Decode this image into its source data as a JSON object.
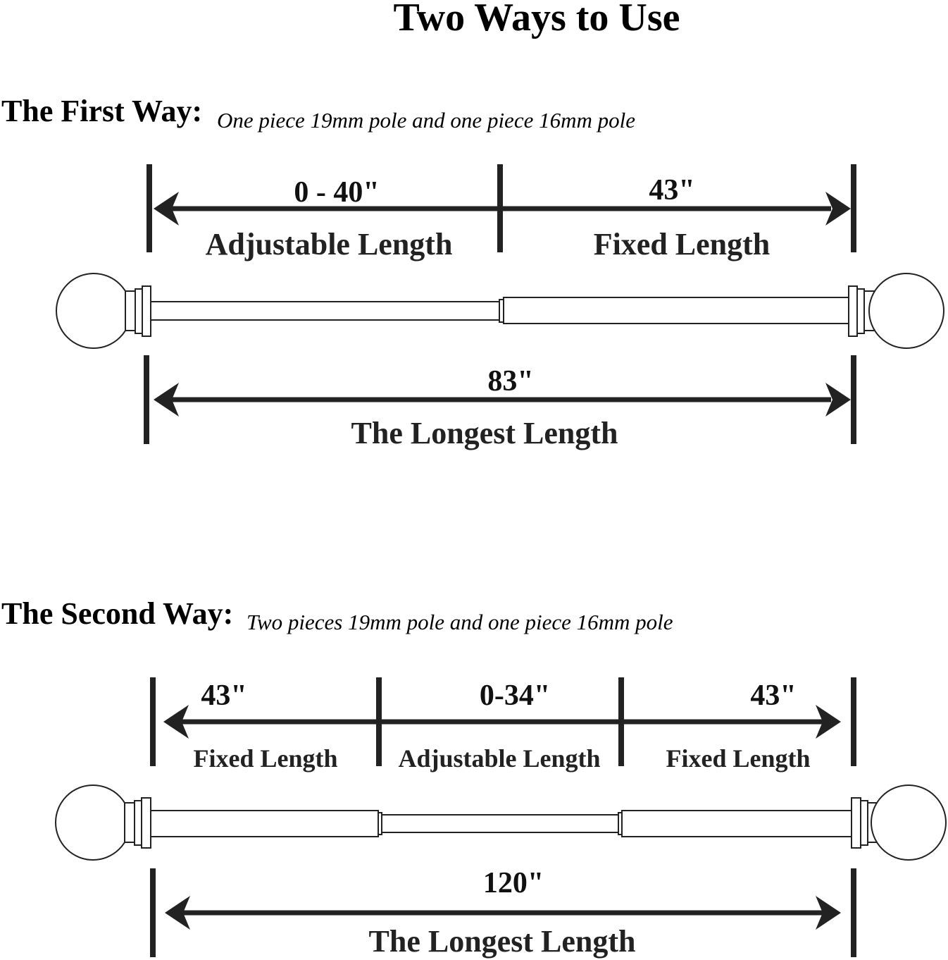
{
  "title": "Two Ways to Use",
  "first_way": {
    "heading": "The First Way:",
    "description": "One piece 19mm pole and one piece 16mm pole",
    "segments": [
      {
        "value": "0 - 40\"",
        "label": "Adjustable Length"
      },
      {
        "value": "43\"",
        "label": "Fixed Length"
      }
    ],
    "total": {
      "value": "83\"",
      "label": "The Longest Length"
    }
  },
  "second_way": {
    "heading": "The Second Way:",
    "description": "Two pieces 19mm pole and one piece 16mm pole",
    "segments": [
      {
        "value": "43\"",
        "label": "Fixed Length"
      },
      {
        "value": "0-34\"",
        "label": "Adjustable Length"
      },
      {
        "value": "43\"",
        "label": "Fixed Length"
      }
    ],
    "total": {
      "value": "120\"",
      "label": "The Longest Length"
    }
  }
}
